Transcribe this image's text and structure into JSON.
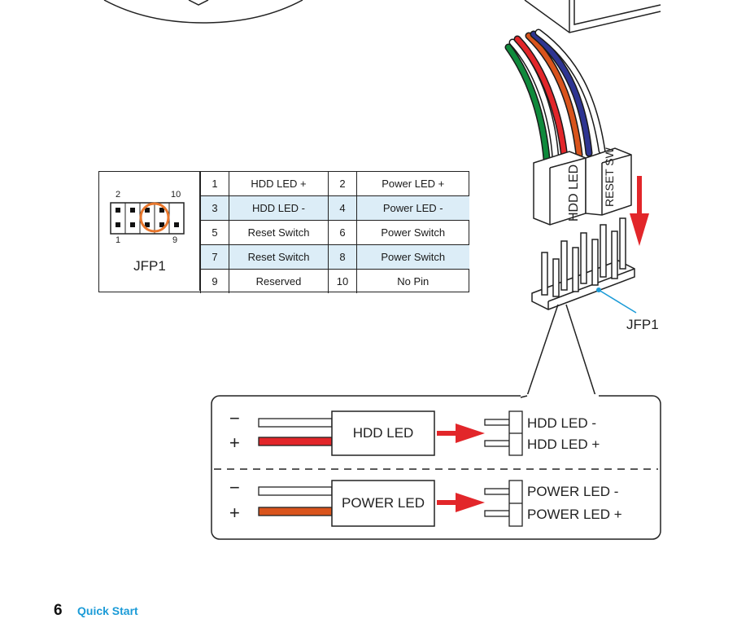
{
  "diagram": {
    "connectors": {
      "hdd_led": "HDD LED",
      "reset_sw": "RESET SW"
    },
    "header_label": "JFP1"
  },
  "pin_table": {
    "header_name": "JFP1",
    "pin_corner_labels": {
      "top_left": "2",
      "top_right": "10",
      "bottom_left": "1",
      "bottom_right": "9"
    },
    "rows": [
      {
        "pin_a": "1",
        "func_a": "HDD LED +",
        "pin_b": "2",
        "func_b": "Power LED +"
      },
      {
        "pin_a": "3",
        "func_a": "HDD LED -",
        "pin_b": "4",
        "func_b": "Power LED -"
      },
      {
        "pin_a": "5",
        "func_a": "Reset Switch",
        "pin_b": "6",
        "func_b": "Power Switch"
      },
      {
        "pin_a": "7",
        "func_a": "Reset Switch",
        "pin_b": "8",
        "func_b": "Power Switch"
      },
      {
        "pin_a": "9",
        "func_a": "Reserved",
        "pin_b": "10",
        "func_b": "No Pin"
      }
    ]
  },
  "callout": {
    "hdd": {
      "minus": "−",
      "plus": "+",
      "box": "HDD LED",
      "pin_minus": "HDD LED -",
      "pin_plus": "HDD LED +"
    },
    "power": {
      "minus": "−",
      "plus": "+",
      "box": "POWER LED",
      "pin_minus": "POWER LED -",
      "pin_plus": "POWER LED +"
    }
  },
  "footer": {
    "page_number": "6",
    "section_title": "Quick Start"
  },
  "colors": {
    "accent_blue": "#1b9bd7",
    "arrow_red": "#e2262a",
    "wire_orange": "#d9541c",
    "highlight_orange": "#e8762b",
    "row_shade": "#dcedf7"
  }
}
